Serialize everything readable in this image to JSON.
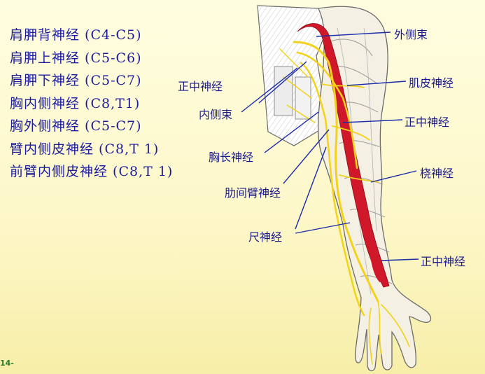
{
  "nerve_list": [
    "肩胛背神经 (C4-C5)",
    "肩胛上神经 (C5-C6)",
    "肩胛下神经 (C5-C7)",
    "胸内侧神经 (C8,T1)",
    "胸外侧神经 (C5-C7)",
    "臂内侧皮神经 (C8,T 1)",
    "前臂内侧皮神经 (C8,T 1)"
  ],
  "labels": {
    "lateral_cord": "外侧束",
    "musculocutaneous": "肌皮神经",
    "median_right_upper": "正中神经",
    "radial": "桡神经",
    "median_right_lower": "正中神经",
    "median_left": "正中神经",
    "medial_cord": "内侧束",
    "long_thoracic": "胸长神经",
    "intercostobrachial": "肋间臂神经",
    "ulnar": "尺神经"
  },
  "page_number": "14-",
  "colors": {
    "text_blue": "#1c1c9e",
    "leader_line": "#1a2aa8",
    "artery_red": "#d0182a",
    "nerve_yellow": "#f2d21a",
    "page_number_green": "#2c7a2c"
  }
}
